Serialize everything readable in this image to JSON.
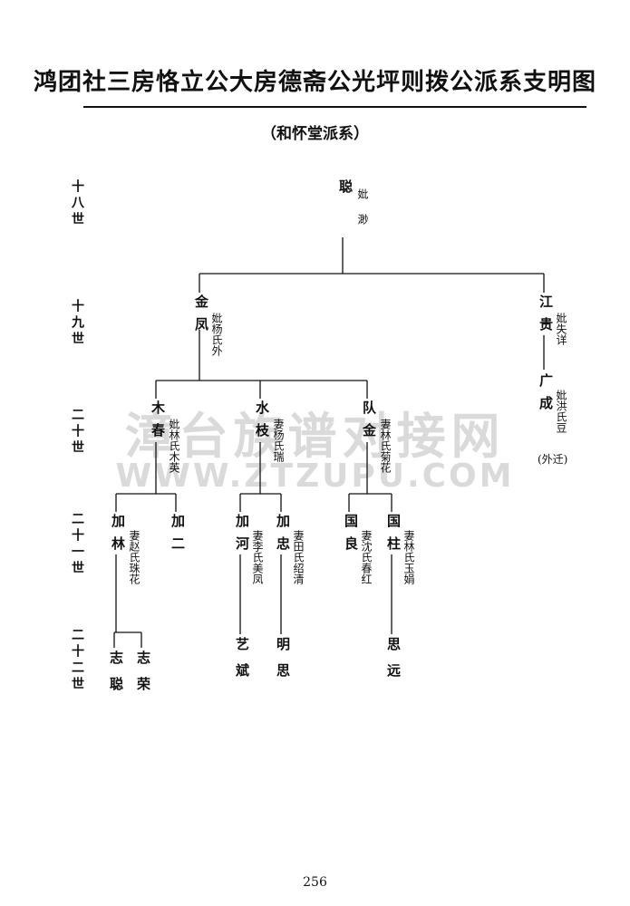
{
  "title": "鸿团社三房恪立公大房德斋公光坪则拨公派系支明图",
  "subtitle": "（和怀堂派系）",
  "watermark": {
    "cn": "漳台族谱对接网",
    "en": "WWW.ZTZUPU.COM"
  },
  "generations": [
    "十八世",
    "十九世",
    "二十世",
    "二十一世",
    "二十二世"
  ],
  "people": {
    "cong": {
      "name": "聪",
      "wife": "妣渺"
    },
    "jinfeng": {
      "name": "金凤",
      "wife": "妣杨氏外"
    },
    "jianggui": {
      "name": "江贵",
      "wife": "妣失详"
    },
    "muchun": {
      "name": "木春",
      "wife": "妣林氏木英"
    },
    "shuizhi": {
      "name": "水枝",
      "wife": "妻杨氏瑞"
    },
    "duijin": {
      "name": "队金",
      "wife": "妻林氏菊花"
    },
    "guangcheng": {
      "name": "广成",
      "wife": "妣洪氏豆",
      "note": "(外迁)"
    },
    "jialin": {
      "name": "加林",
      "wife": "妻赵氏珠花"
    },
    "jiaer": {
      "name": "加二"
    },
    "jiahe": {
      "name": "加河",
      "wife": "妻李氏美凤"
    },
    "jiazhong": {
      "name": "加忠",
      "wife": "妻田氏绍清"
    },
    "guoliang": {
      "name": "国良",
      "wife": "妻沈氏春红"
    },
    "guozhu": {
      "name": "国柱",
      "wife": "妻林氏玉娟"
    },
    "zhicong": {
      "name": "志聪"
    },
    "zhirong": {
      "name": "志荣"
    },
    "yibin": {
      "name": "艺斌"
    },
    "mingsi": {
      "name": "明思"
    },
    "siyuan": {
      "name": "思远"
    }
  },
  "page_number": "256"
}
